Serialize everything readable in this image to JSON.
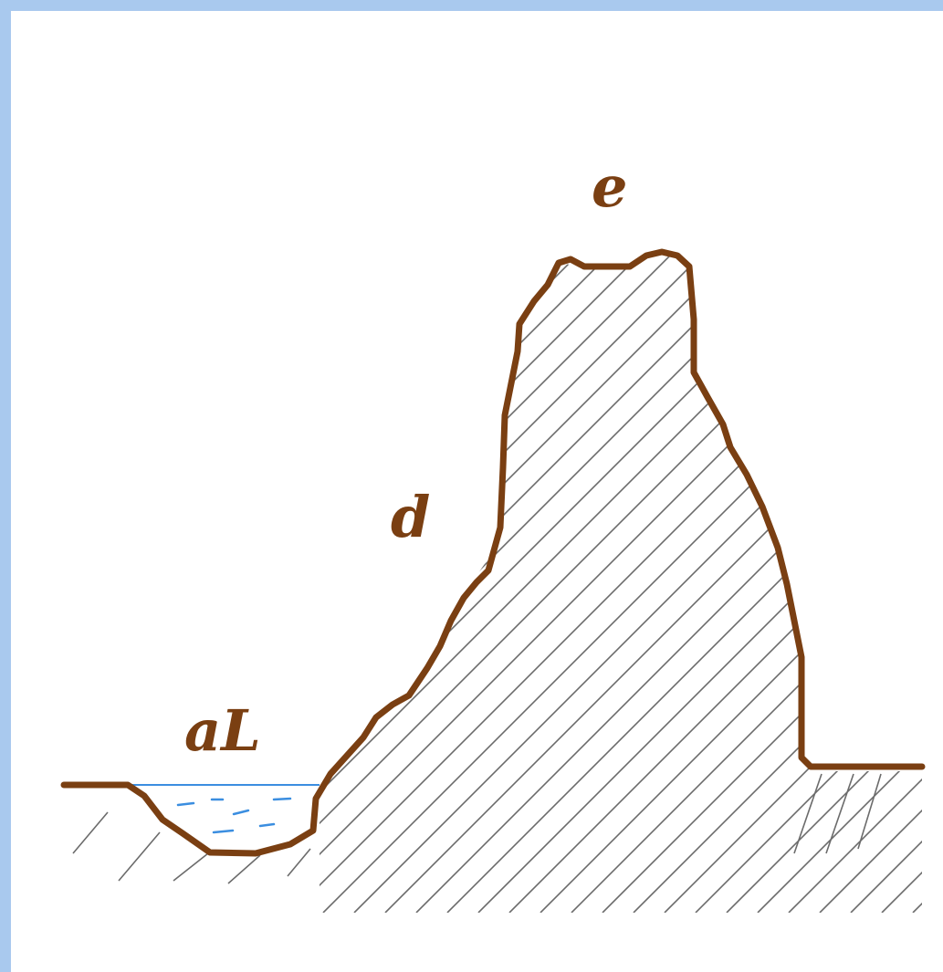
{
  "diagram": {
    "labels": {
      "peak": "e",
      "slope": "d",
      "lake": "aL"
    },
    "colors": {
      "frame": "#a9c9ee",
      "outline": "#7a3f12",
      "hatch": "#6b6b6b",
      "water": "#3b8ee0"
    }
  }
}
